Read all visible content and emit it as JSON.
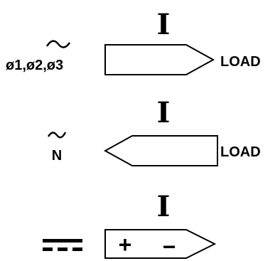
{
  "row1": {
    "current_symbol": "I",
    "phases_label": "ø1,ø2,ø3",
    "load_label": "LOAD",
    "ac_symbol": "ac-wave-icon"
  },
  "row2": {
    "current_symbol": "I",
    "neutral_label": "N",
    "load_label": "LOAD",
    "ac_symbol": "ac-wave-icon"
  },
  "row3": {
    "current_symbol": "I",
    "plus_sign": "+",
    "minus_sign": "−",
    "dc_symbol": "dc-symbol-icon"
  }
}
